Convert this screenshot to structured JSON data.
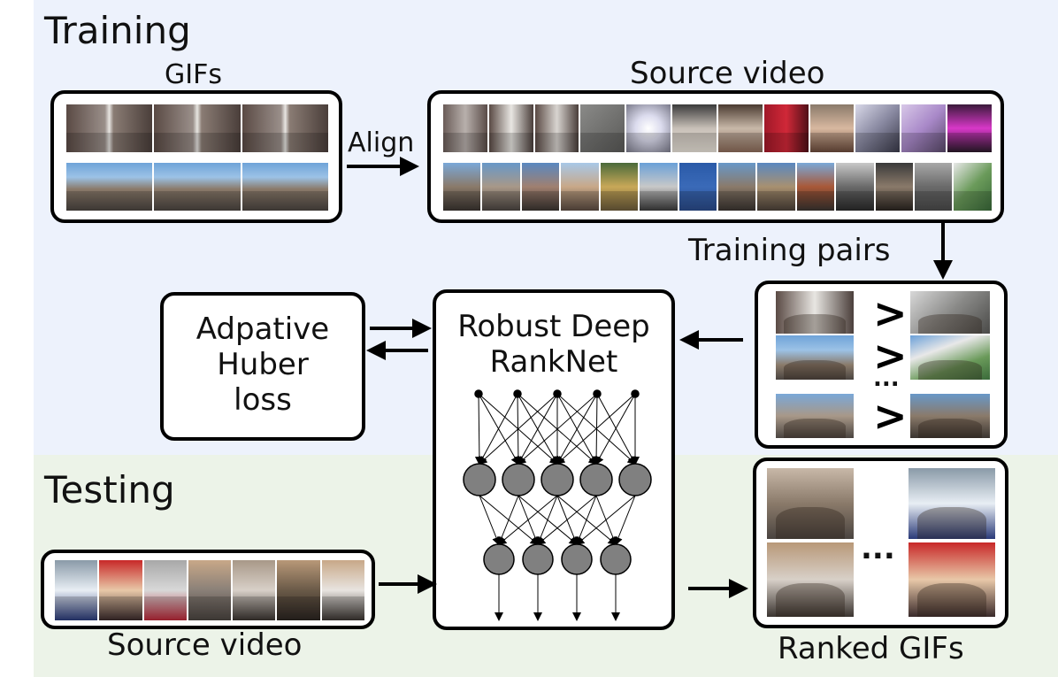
{
  "sections": {
    "training": "Training",
    "testing": "Testing"
  },
  "labels": {
    "gifs": "GIFs",
    "source_video_top": "Source video",
    "align": "Align",
    "training_pairs": "Training pairs",
    "ellipsis_pairs": "...",
    "ellipsis_ranked": "...",
    "source_video_bottom": "Source video",
    "ranked_gifs": "Ranked GIFs"
  },
  "loss_box": {
    "line1": "Adpative",
    "line2": "Huber",
    "line3": "loss"
  },
  "model_box": {
    "line1": "Robust Deep",
    "line2": "RankNet"
  },
  "pair_symbol": ">",
  "network": {
    "input_nodes": 5,
    "hidden1_nodes": 5,
    "hidden2_nodes": 4,
    "outputs": 4
  },
  "colors": {
    "training_bg": "#edf2fc",
    "testing_bg": "#ecf3e8",
    "node_fill": "#808080",
    "border": "#000000"
  }
}
